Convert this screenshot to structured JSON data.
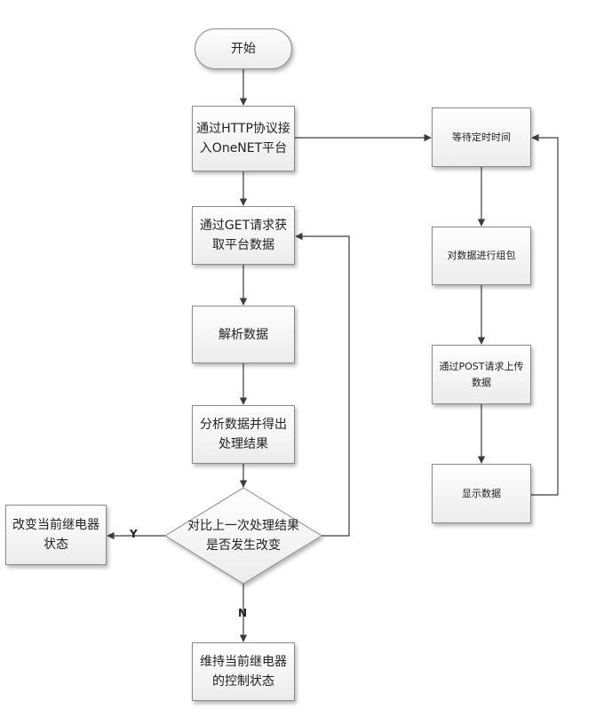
{
  "nodes": {
    "start": "开始",
    "http_connect": "通过HTTP协议接入OneNET平台",
    "get_request": "通过GET请求获取平台数据",
    "parse": "解析数据",
    "analyze": "分析数据并得出处理结果",
    "compare": "对比上一次处理结果是否发生改变",
    "change_relay": "改变当前继电器状态",
    "keep_relay": "维持当前继电器的控制状态",
    "wait": "等待定时时间",
    "pack": "对数据进行组包",
    "post_upload": "通过POST请求上传数据",
    "display": "显示数据"
  },
  "edge_labels": {
    "yes": "Y",
    "no": "N"
  },
  "colors": {
    "line": "#3c3c3c",
    "border": "#8a8a8a"
  }
}
